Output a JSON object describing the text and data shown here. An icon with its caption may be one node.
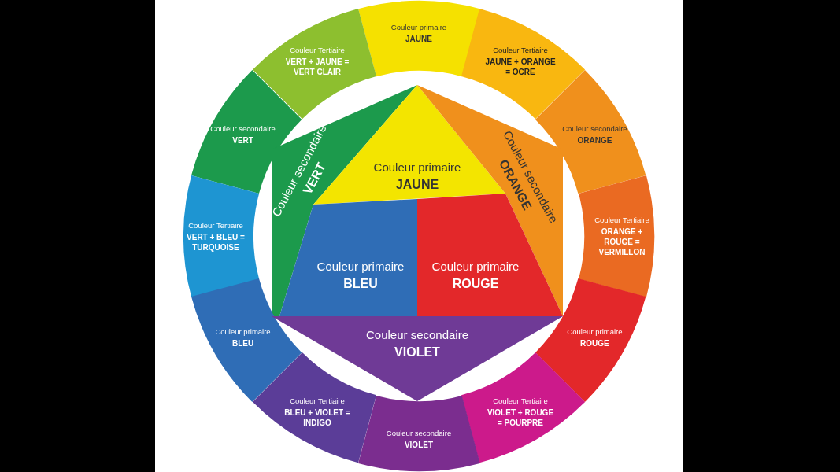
{
  "diagram": {
    "nodes": [
      {
        "text": [
          "Couleur primaire",
          "JAUNE"
        ]
      },
      {
        "text": [
          "Couleur Tertiaire",
          "JAUNE + ORANGE = OCRE"
        ]
      },
      {
        "text": [
          "Couleur Tertiaire",
          "VERT + JAUNE = VERT CLAIR"
        ]
      },
      {
        "text": [
          "Couleur secondaire",
          "ORANGE"
        ]
      },
      {
        "text": [
          "Couleur secondaire",
          "VERT"
        ]
      },
      {
        "text": [
          "Couleur secondaire",
          "VERT"
        ]
      },
      {
        "text": [
          "Couleur primaire",
          "JAUNE"
        ]
      },
      {
        "text": [
          "Couleur secondaire",
          "ORANGE"
        ]
      },
      {
        "text": [
          "Couleur Tertiaire",
          "VERT + BLEU = TURQUOISE"
        ]
      },
      {
        "text": [
          "Couleur Tertiaire",
          "ORANGE + ROUGE = VERMILLON"
        ]
      },
      {
        "text": [
          "Couleur primaire",
          "BLEU"
        ]
      },
      {
        "text": [
          "Couleur primaire",
          "ROUGE"
        ]
      },
      {
        "text": [
          "Couleur primaire",
          "BLEU"
        ]
      },
      {
        "text": [
          "Couleur primaire",
          "ROUGE"
        ]
      },
      {
        "text": [
          "Couleur secondaire",
          "VIOLET"
        ]
      },
      {
        "text": [
          "Couleur Tertiaire",
          "BLEU + VIOLET = INDIGO"
        ]
      },
      {
        "text": [
          "Couleur Tertiaire",
          "VIOLET + ROUGE = POURPRE"
        ]
      },
      {
        "text": [
          "Couleur secondaire",
          "VIOLET"
        ]
      }
    ]
  }
}
